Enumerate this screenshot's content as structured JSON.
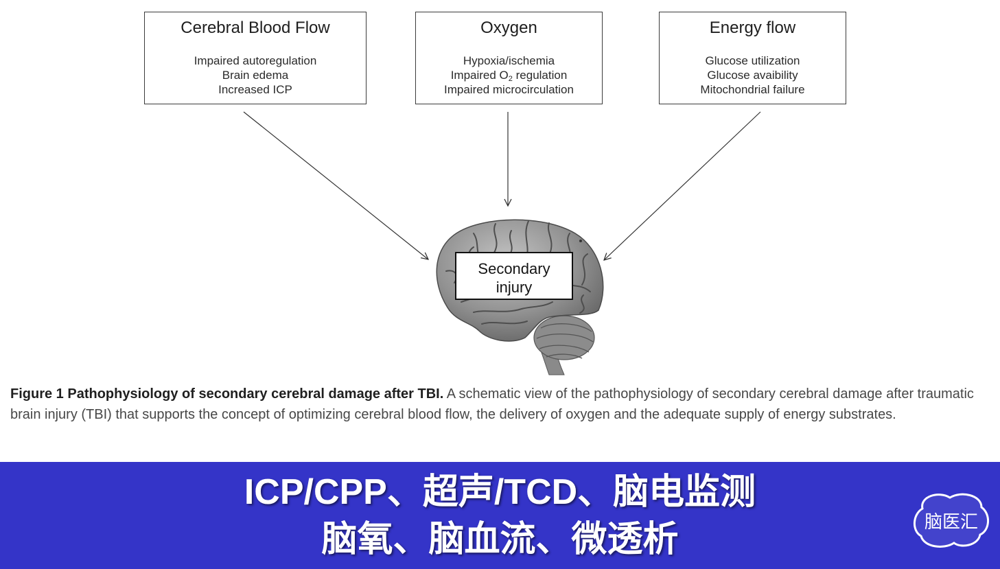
{
  "boxes": [
    {
      "title": "Cerebral Blood Flow",
      "items": [
        "Impaired autoregulation",
        "Brain edema",
        "Increased ICP"
      ]
    },
    {
      "title": "Oxygen",
      "items": [
        "Hypoxia/ischemia",
        {
          "text": "Impaired O",
          "sub": "2",
          "after": " regulation"
        },
        "Impaired microcirculation"
      ]
    },
    {
      "title": "Energy flow",
      "items": [
        "Glucose utilization",
        "Glucose avaibility",
        "Mitochondrial failure"
      ]
    }
  ],
  "center_label": {
    "line1": "Secondary",
    "line2": "injury"
  },
  "caption": {
    "label": "Figure 1 Pathophysiology of secondary cerebral damage after TBI.",
    "text": "A schematic view of the pathophysiology of secondary cerebral damage after traumatic brain injury (TBI) that supports the concept of optimizing cerebral blood flow, the delivery of oxygen and the adequate supply of energy substrates."
  },
  "banner": {
    "line1": "ICP/CPP、超声/TCD、脑电监测",
    "line2": "脑氧、脑血流、微透析",
    "color": "#3434c8"
  },
  "logo": {
    "text": "脑医汇"
  }
}
